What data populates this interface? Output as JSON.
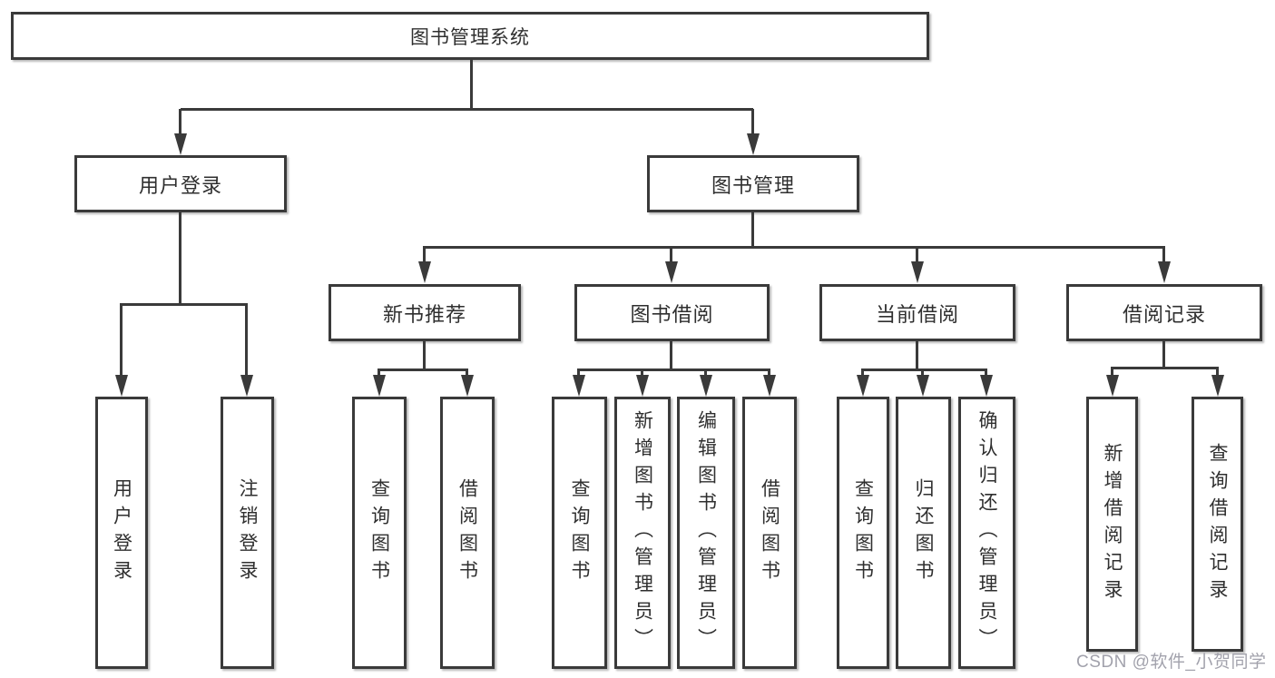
{
  "nodes": {
    "root": "图书管理系统",
    "user_login": "用户登录",
    "book_mgmt": "图书管理",
    "new_books": "新书推荐",
    "book_borrow": "图书借阅",
    "current_borrow": "当前借阅",
    "borrow_records": "借阅记录",
    "leaf_user_login": "用户登录",
    "leaf_logout": "注销登录",
    "leaf_nb_query_book": "查询图书",
    "leaf_nb_borrow_book": "借阅图书",
    "leaf_bb_query_book": "查询图书",
    "leaf_bb_add_book_admin": "新增图书（管理员）",
    "leaf_bb_edit_book_admin": "编辑图书（管理员）",
    "leaf_bb_borrow_book": "借阅图书",
    "leaf_cb_query_book": "查询图书",
    "leaf_cb_return_book": "归还图书",
    "leaf_cb_confirm_return_admin": "确认归还（管理员）",
    "leaf_br_add_record": "新增借阅记录",
    "leaf_br_query_record": "查询借阅记录"
  },
  "watermark": "CSDN @软件_小贺同学",
  "colors": {
    "background": "#ffffff",
    "line": "#3a3a3a",
    "box_border": "#3a3a3a",
    "text": "#2f2f2f",
    "watermark": "#a2a2ac"
  }
}
